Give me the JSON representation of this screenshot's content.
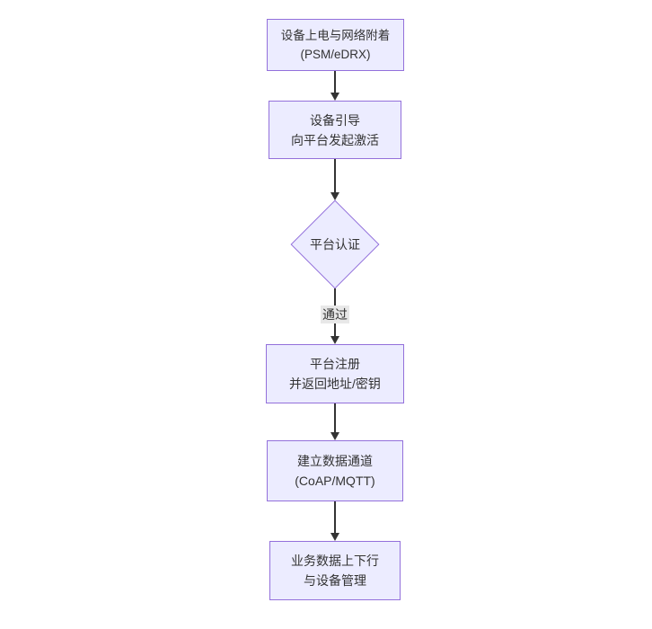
{
  "diagram": {
    "type": "flowchart",
    "direction": "top-down",
    "nodes": [
      {
        "id": "power_attach",
        "shape": "rectangle",
        "lines": [
          "设备上电与网络附着",
          "(PSM/eDRX)"
        ]
      },
      {
        "id": "bootstrap",
        "shape": "rectangle",
        "lines": [
          "设备引导",
          "向平台发起激活"
        ]
      },
      {
        "id": "platform_auth",
        "shape": "diamond",
        "lines": [
          "平台认证"
        ]
      },
      {
        "id": "platform_register",
        "shape": "rectangle",
        "lines": [
          "平台注册",
          "并返回地址/密钥"
        ]
      },
      {
        "id": "data_channel",
        "shape": "rectangle",
        "lines": [
          "建立数据通道",
          "(CoAP/MQTT)"
        ]
      },
      {
        "id": "business_data",
        "shape": "rectangle",
        "lines": [
          "业务数据上下行",
          "与设备管理"
        ]
      }
    ],
    "edges": [
      {
        "from": "power_attach",
        "to": "bootstrap",
        "label": ""
      },
      {
        "from": "bootstrap",
        "to": "platform_auth",
        "label": ""
      },
      {
        "from": "platform_auth",
        "to": "platform_register",
        "label": "通过"
      },
      {
        "from": "platform_register",
        "to": "data_channel",
        "label": ""
      },
      {
        "from": "data_channel",
        "to": "business_data",
        "label": ""
      }
    ],
    "colors": {
      "background": "#ffffff",
      "node_fill": "#ECECFF",
      "node_border": "#9370DB",
      "node_text": "#333333",
      "edge_line": "#333333",
      "edge_label_bg": "#e8e8e8",
      "edge_label_text": "#333333"
    }
  }
}
